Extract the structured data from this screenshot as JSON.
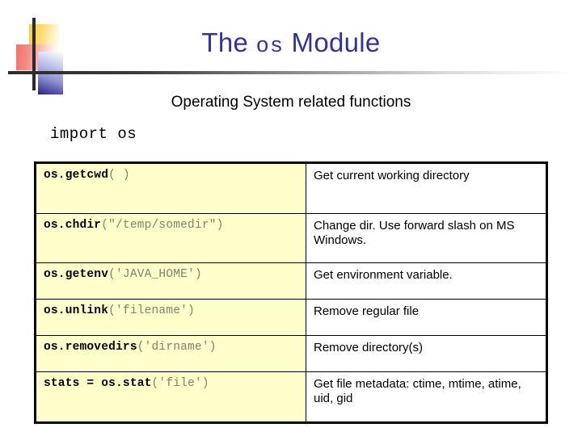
{
  "slide": {
    "title_prefix": "The ",
    "title_mono": "os",
    "title_suffix": " Module",
    "title_full": "The os Module",
    "subtitle": "Operating System related functions",
    "import_statement": "import os",
    "accent_color": "#333399",
    "code_cell_bg": "#ffffcc",
    "arg_color": "#857f6b"
  },
  "table": {
    "rows": [
      {
        "fn": "os.getcwd",
        "arg": "( )",
        "desc": "Get current working directory"
      },
      {
        "fn": "os.chdir",
        "arg": "(\"/temp/somedir\")",
        "desc": "Change dir. Use forward slash on MS Windows."
      },
      {
        "fn": "os.getenv",
        "arg": "('JAVA_HOME')",
        "desc": "Get environment variable."
      },
      {
        "fn": "os.unlink",
        "arg": "('filename')",
        "desc": "Remove regular file"
      },
      {
        "fn": "os.removedirs",
        "arg": "('dirname')",
        "desc": "Remove directory(s)"
      },
      {
        "fn": "stats = os.stat",
        "arg": "('file')",
        "desc": "Get file metadata: ctime, mtime, atime, uid, gid"
      }
    ]
  }
}
